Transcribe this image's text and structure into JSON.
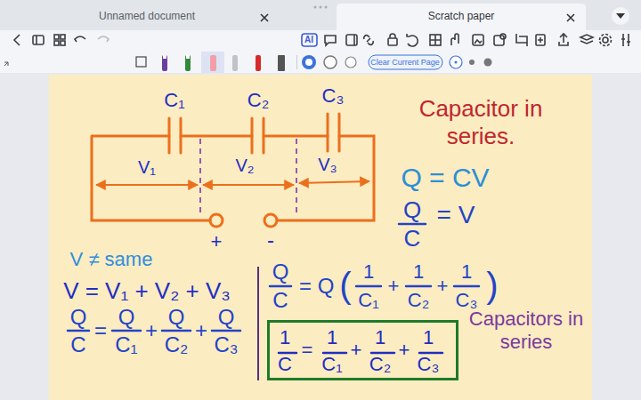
{
  "diagram": {
    "nodes": [
      {
        "text": [
          "1",
          "C",
          "=",
          "1",
          "C₁",
          "+",
          "1",
          "C₂",
          "+",
          "1",
          "C₃"
        ]
      }
    ],
    "labels": [
      "Unnamed document",
      "Scratch paper",
      "AI",
      "Clear Current Page",
      "C₁",
      "C₂",
      "C₃",
      "Capacitor in series.",
      "Q = CV",
      "Q",
      "C",
      "= V",
      "V₁",
      "V₂",
      "V₃",
      "+",
      "-",
      "V ≠ same",
      "V = V₁ + V₂ + V₃",
      "Q",
      "C",
      "=",
      "Q",
      "C₁",
      "+",
      "Q",
      "C₂",
      "+",
      "Q",
      "C₃",
      "Q",
      "C",
      "=",
      "Q",
      "(",
      "1",
      "C₁",
      "+",
      "1",
      "C₂",
      "+",
      "1",
      "C₃",
      ")",
      "Capacitors in series"
    ]
  }
}
